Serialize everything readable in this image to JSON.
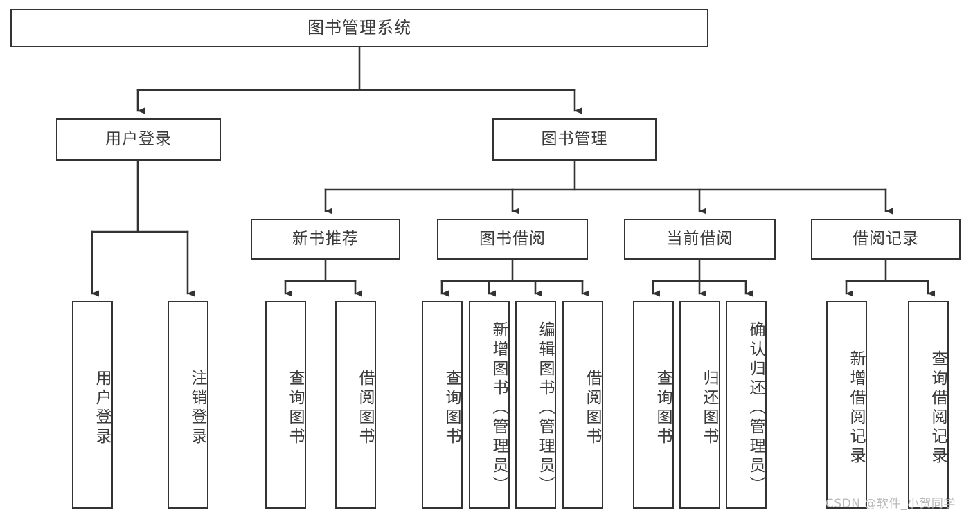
{
  "diagram": {
    "type": "tree-hierarchy",
    "title": "图书管理系统",
    "watermark": "CSDN @软件_小贺同学",
    "root": {
      "id": "root",
      "label": "图书管理系统"
    },
    "level1": [
      {
        "id": "user-login",
        "label": "用户登录"
      },
      {
        "id": "book-manage",
        "label": "图书管理"
      }
    ],
    "level2": [
      {
        "id": "new-book-recommend",
        "label": "新书推荐",
        "parent": "book-manage"
      },
      {
        "id": "book-borrow",
        "label": "图书借阅",
        "parent": "book-manage"
      },
      {
        "id": "current-borrow",
        "label": "当前借阅",
        "parent": "book-manage"
      },
      {
        "id": "borrow-record",
        "label": "借阅记录",
        "parent": "book-manage"
      }
    ],
    "leaves": [
      {
        "id": "leaf-user-login",
        "label": "用户登录",
        "parent": "user-login"
      },
      {
        "id": "leaf-logout-login",
        "label": "注销登录",
        "parent": "user-login"
      },
      {
        "id": "leaf-query-book-1",
        "label": "查询图书",
        "parent": "new-book-recommend"
      },
      {
        "id": "leaf-borrow-book-1",
        "label": "借阅图书",
        "parent": "new-book-recommend"
      },
      {
        "id": "leaf-query-book-2",
        "label": "查询图书",
        "parent": "book-borrow"
      },
      {
        "id": "leaf-add-book",
        "label": "新增图书（管理员）",
        "parent": "book-borrow"
      },
      {
        "id": "leaf-edit-book",
        "label": "编辑图书（管理员）",
        "parent": "book-borrow"
      },
      {
        "id": "leaf-borrow-book-2",
        "label": "借阅图书",
        "parent": "book-borrow"
      },
      {
        "id": "leaf-query-book-3",
        "label": "查询图书",
        "parent": "current-borrow"
      },
      {
        "id": "leaf-return-book",
        "label": "归还图书",
        "parent": "current-borrow"
      },
      {
        "id": "leaf-confirm-return",
        "label": "确认归还（管理员）",
        "parent": "current-borrow"
      },
      {
        "id": "leaf-add-record",
        "label": "新增借阅记录",
        "parent": "borrow-record"
      },
      {
        "id": "leaf-query-record",
        "label": "查询借阅记录",
        "parent": "borrow-record"
      }
    ],
    "colors": {
      "stroke": "#333333",
      "box_fill": "#ffffff",
      "text": "#3a3a3a",
      "watermark": "#b9b9b9",
      "background": "#ffffff"
    }
  }
}
